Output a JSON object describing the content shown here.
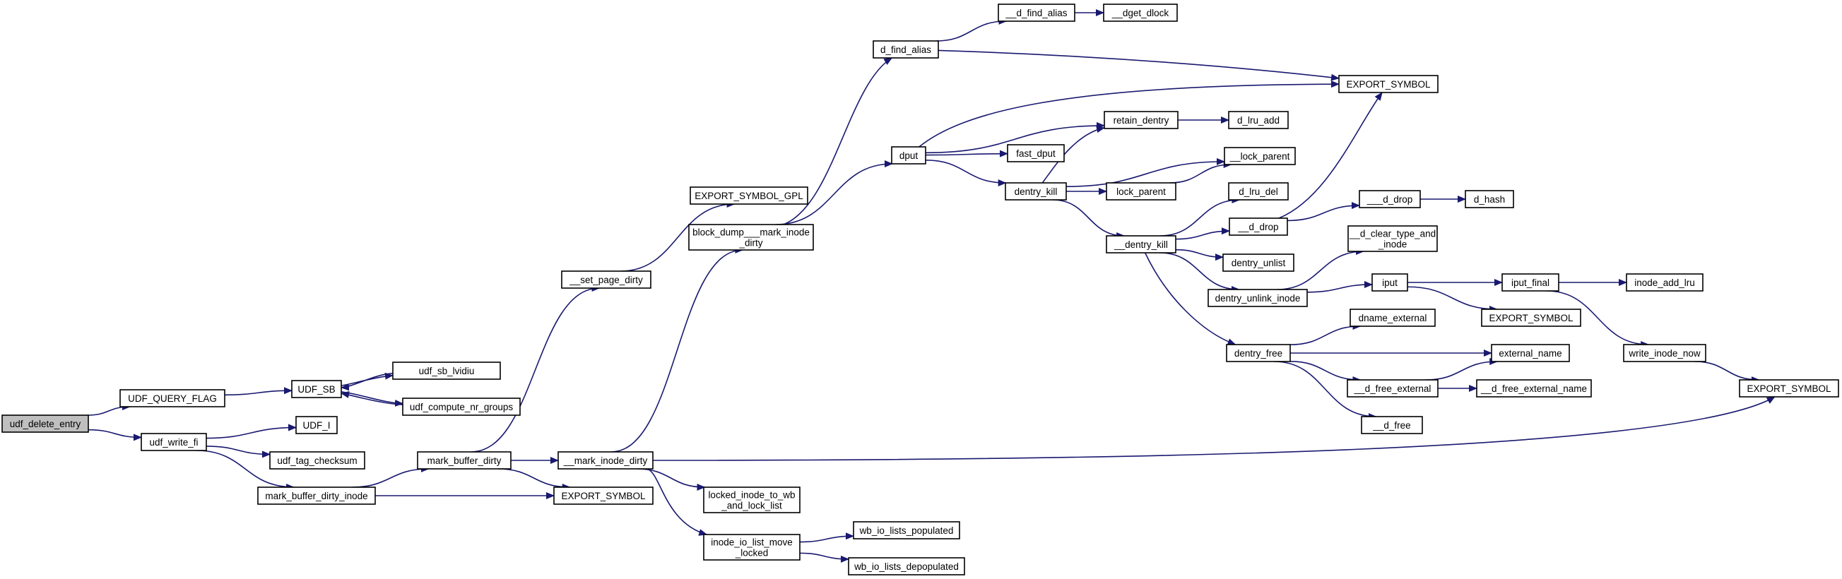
{
  "colors": {
    "edge": "#191970",
    "node_border": "#000000",
    "node_border_truncated": "#ff0000",
    "node_fill": "#ffffff",
    "root_fill": "#bfbfbf",
    "text": "#000000",
    "truncated_text": "#ff0000"
  },
  "nodes": [
    {
      "id": "udf_delete_entry",
      "lines": [
        "udf_delete_entry"
      ],
      "style": "root"
    },
    {
      "id": "UDF_QUERY_FLAG",
      "lines": [
        "UDF_QUERY_FLAG"
      ]
    },
    {
      "id": "udf_write_fi",
      "lines": [
        "udf_write_fi"
      ]
    },
    {
      "id": "UDF_SB",
      "lines": [
        "UDF_SB"
      ]
    },
    {
      "id": "udf_sb_lvidiu",
      "lines": [
        "udf_sb_lvidiu"
      ]
    },
    {
      "id": "udf_compute_nr_groups",
      "lines": [
        "udf_compute_nr_groups"
      ]
    },
    {
      "id": "UDF_I",
      "lines": [
        "UDF_I"
      ]
    },
    {
      "id": "udf_tag_checksum",
      "lines": [
        "udf_tag_checksum"
      ]
    },
    {
      "id": "mark_buffer_dirty_inode",
      "lines": [
        "mark_buffer_dirty_inode"
      ]
    },
    {
      "id": "mark_buffer_dirty",
      "lines": [
        "mark_buffer_dirty"
      ]
    },
    {
      "id": "EXPORT_SYMBOL_a",
      "lines": [
        "EXPORT_SYMBOL"
      ]
    },
    {
      "id": "set_page_dirty",
      "lines": [
        "__set_page_dirty"
      ]
    },
    {
      "id": "mark_inode_dirty",
      "lines": [
        "__mark_inode_dirty"
      ]
    },
    {
      "id": "EXPORT_SYMBOL_GPL",
      "lines": [
        "EXPORT_SYMBOL_GPL"
      ]
    },
    {
      "id": "block_dump",
      "lines": [
        "block_dump___mark_inode",
        "_dirty"
      ]
    },
    {
      "id": "locked_inode",
      "lines": [
        "locked_inode_to_wb",
        "_and_lock_list"
      ]
    },
    {
      "id": "inode_io_list",
      "lines": [
        "inode_io_list_move",
        "_locked"
      ]
    },
    {
      "id": "wb_populated",
      "lines": [
        "wb_io_lists_populated"
      ]
    },
    {
      "id": "wb_depopulated",
      "lines": [
        "wb_io_lists_depopulated"
      ]
    },
    {
      "id": "d_find_alias",
      "lines": [
        "d_find_alias"
      ]
    },
    {
      "id": "__d_find_alias",
      "lines": [
        "__d_find_alias"
      ]
    },
    {
      "id": "__dget_dlock",
      "lines": [
        "__dget_dlock"
      ]
    },
    {
      "id": "EXPORT_SYMBOL_b",
      "lines": [
        "EXPORT_SYMBOL"
      ]
    },
    {
      "id": "dput",
      "lines": [
        "dput"
      ]
    },
    {
      "id": "fast_dput",
      "lines": [
        "fast_dput"
      ]
    },
    {
      "id": "retain_dentry",
      "lines": [
        "retain_dentry"
      ]
    },
    {
      "id": "d_lru_add",
      "lines": [
        "d_lru_add"
      ]
    },
    {
      "id": "dentry_kill",
      "lines": [
        "dentry_kill"
      ]
    },
    {
      "id": "__lock_parent",
      "lines": [
        "__lock_parent"
      ]
    },
    {
      "id": "lock_parent",
      "lines": [
        "lock_parent"
      ]
    },
    {
      "id": "d_lru_del",
      "lines": [
        "d_lru_del"
      ]
    },
    {
      "id": "__dentry_kill",
      "lines": [
        "__dentry_kill"
      ]
    },
    {
      "id": "__d_drop",
      "lines": [
        "__d_drop"
      ]
    },
    {
      "id": "___d_drop",
      "lines": [
        "___d_drop"
      ]
    },
    {
      "id": "d_hash",
      "lines": [
        "d_hash"
      ]
    },
    {
      "id": "dentry_unlist",
      "lines": [
        "dentry_unlist"
      ]
    },
    {
      "id": "__d_clear_type",
      "lines": [
        "__d_clear_type_and",
        "_inode"
      ]
    },
    {
      "id": "dentry_unlink_inode",
      "lines": [
        "dentry_unlink_inode"
      ]
    },
    {
      "id": "iput",
      "lines": [
        "iput"
      ]
    },
    {
      "id": "iput_final",
      "lines": [
        "iput_final"
      ],
      "style": "truncated"
    },
    {
      "id": "inode_add_lru",
      "lines": [
        "inode_add_lru"
      ],
      "style": "truncated"
    },
    {
      "id": "EXPORT_SYMBOL_c",
      "lines": [
        "EXPORT_SYMBOL"
      ]
    },
    {
      "id": "write_inode_now",
      "lines": [
        "write_inode_now"
      ],
      "style": "truncated"
    },
    {
      "id": "EXPORT_SYMBOL_d",
      "lines": [
        "EXPORT_SYMBOL"
      ]
    },
    {
      "id": "dentry_free",
      "lines": [
        "dentry_free"
      ]
    },
    {
      "id": "dname_external",
      "lines": [
        "dname_external"
      ]
    },
    {
      "id": "external_name",
      "lines": [
        "external_name"
      ]
    },
    {
      "id": "__d_free_external",
      "lines": [
        "__d_free_external"
      ]
    },
    {
      "id": "__d_free_external_name",
      "lines": [
        "__d_free_external_name"
      ]
    },
    {
      "id": "__d_free",
      "lines": [
        "__d_free"
      ]
    }
  ],
  "edges": [
    [
      "udf_delete_entry",
      "UDF_QUERY_FLAG"
    ],
    [
      "udf_delete_entry",
      "udf_write_fi"
    ],
    [
      "UDF_QUERY_FLAG",
      "UDF_SB"
    ],
    [
      "UDF_SB",
      "udf_sb_lvidiu"
    ],
    [
      "UDF_SB",
      "udf_compute_nr_groups"
    ],
    [
      "udf_sb_lvidiu",
      "UDF_SB"
    ],
    [
      "udf_compute_nr_groups",
      "UDF_SB"
    ],
    [
      "udf_write_fi",
      "UDF_I"
    ],
    [
      "udf_write_fi",
      "udf_tag_checksum"
    ],
    [
      "udf_write_fi",
      "mark_buffer_dirty_inode"
    ],
    [
      "mark_buffer_dirty_inode",
      "mark_buffer_dirty"
    ],
    [
      "mark_buffer_dirty_inode",
      "EXPORT_SYMBOL_a"
    ],
    [
      "mark_buffer_dirty",
      "set_page_dirty"
    ],
    [
      "mark_buffer_dirty",
      "mark_inode_dirty"
    ],
    [
      "mark_buffer_dirty",
      "EXPORT_SYMBOL_a"
    ],
    [
      "set_page_dirty",
      "EXPORT_SYMBOL_GPL"
    ],
    [
      "mark_inode_dirty",
      "block_dump"
    ],
    [
      "mark_inode_dirty",
      "locked_inode"
    ],
    [
      "mark_inode_dirty",
      "inode_io_list"
    ],
    [
      "mark_inode_dirty",
      "EXPORT_SYMBOL_d"
    ],
    [
      "inode_io_list",
      "wb_populated"
    ],
    [
      "inode_io_list",
      "wb_depopulated"
    ],
    [
      "block_dump",
      "d_find_alias"
    ],
    [
      "block_dump",
      "dput"
    ],
    [
      "d_find_alias",
      "__d_find_alias"
    ],
    [
      "d_find_alias",
      "EXPORT_SYMBOL_b"
    ],
    [
      "__d_find_alias",
      "__dget_dlock"
    ],
    [
      "dput",
      "EXPORT_SYMBOL_b"
    ],
    [
      "dput",
      "fast_dput"
    ],
    [
      "dput",
      "retain_dentry"
    ],
    [
      "dput",
      "dentry_kill"
    ],
    [
      "retain_dentry",
      "d_lru_add"
    ],
    [
      "dentry_kill",
      "retain_dentry"
    ],
    [
      "dentry_kill",
      "__lock_parent"
    ],
    [
      "dentry_kill",
      "lock_parent"
    ],
    [
      "dentry_kill",
      "__dentry_kill"
    ],
    [
      "lock_parent",
      "__lock_parent"
    ],
    [
      "__dentry_kill",
      "d_lru_del"
    ],
    [
      "__dentry_kill",
      "__d_drop"
    ],
    [
      "__dentry_kill",
      "dentry_unlist"
    ],
    [
      "__dentry_kill",
      "dentry_unlink_inode"
    ],
    [
      "__dentry_kill",
      "dentry_free"
    ],
    [
      "__d_drop",
      "EXPORT_SYMBOL_b"
    ],
    [
      "__d_drop",
      "___d_drop"
    ],
    [
      "___d_drop",
      "d_hash"
    ],
    [
      "dentry_unlink_inode",
      "__d_clear_type"
    ],
    [
      "dentry_unlink_inode",
      "iput"
    ],
    [
      "iput",
      "iput_final"
    ],
    [
      "iput",
      "EXPORT_SYMBOL_c"
    ],
    [
      "iput_final",
      "inode_add_lru"
    ],
    [
      "iput_final",
      "write_inode_now"
    ],
    [
      "write_inode_now",
      "EXPORT_SYMBOL_d"
    ],
    [
      "dentry_free",
      "dname_external"
    ],
    [
      "dentry_free",
      "external_name"
    ],
    [
      "dentry_free",
      "__d_free_external"
    ],
    [
      "dentry_free",
      "__d_free"
    ],
    [
      "__d_free_external",
      "external_name"
    ],
    [
      "__d_free_external",
      "__d_free_external_name"
    ]
  ]
}
